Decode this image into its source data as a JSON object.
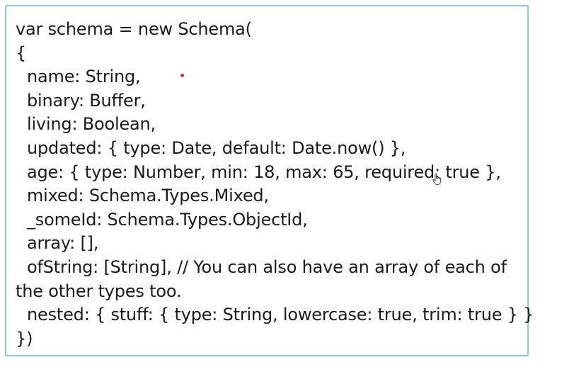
{
  "editor": {
    "lines": [
      {
        "text": "var schema = new Schema(",
        "indent": false
      },
      {
        "text": "{",
        "indent": false
      },
      {
        "text": "name: String,",
        "indent": true
      },
      {
        "text": "binary: Buffer,",
        "indent": true
      },
      {
        "text": "living: Boolean,",
        "indent": true
      },
      {
        "text": "updated: { type: Date, default: Date.now() },",
        "indent": true
      },
      {
        "text": "age: { type: Number, min: 18, max: 65, required: true },",
        "indent": true
      },
      {
        "text": "mixed: Schema.Types.Mixed,",
        "indent": true
      },
      {
        "text": "_someId: Schema.Types.ObjectId,",
        "indent": true
      },
      {
        "text": "array: [],",
        "indent": true
      },
      {
        "text": "ofString: [String], // You can also have an array of each of",
        "indent": true
      },
      {
        "text": "the other types too.",
        "indent": false
      },
      {
        "text": "nested: { stuff: { type: String, lowercase: true, trim: true } }",
        "indent": true
      },
      {
        "text": "})",
        "indent": false
      }
    ]
  },
  "colors": {
    "frame_border": "#8ec5ee",
    "text": "#1a1a1a",
    "laser_dot": "#e03030"
  },
  "icons": {
    "pointer": "hand-pointer-icon",
    "laser": "laser-dot-icon"
  }
}
